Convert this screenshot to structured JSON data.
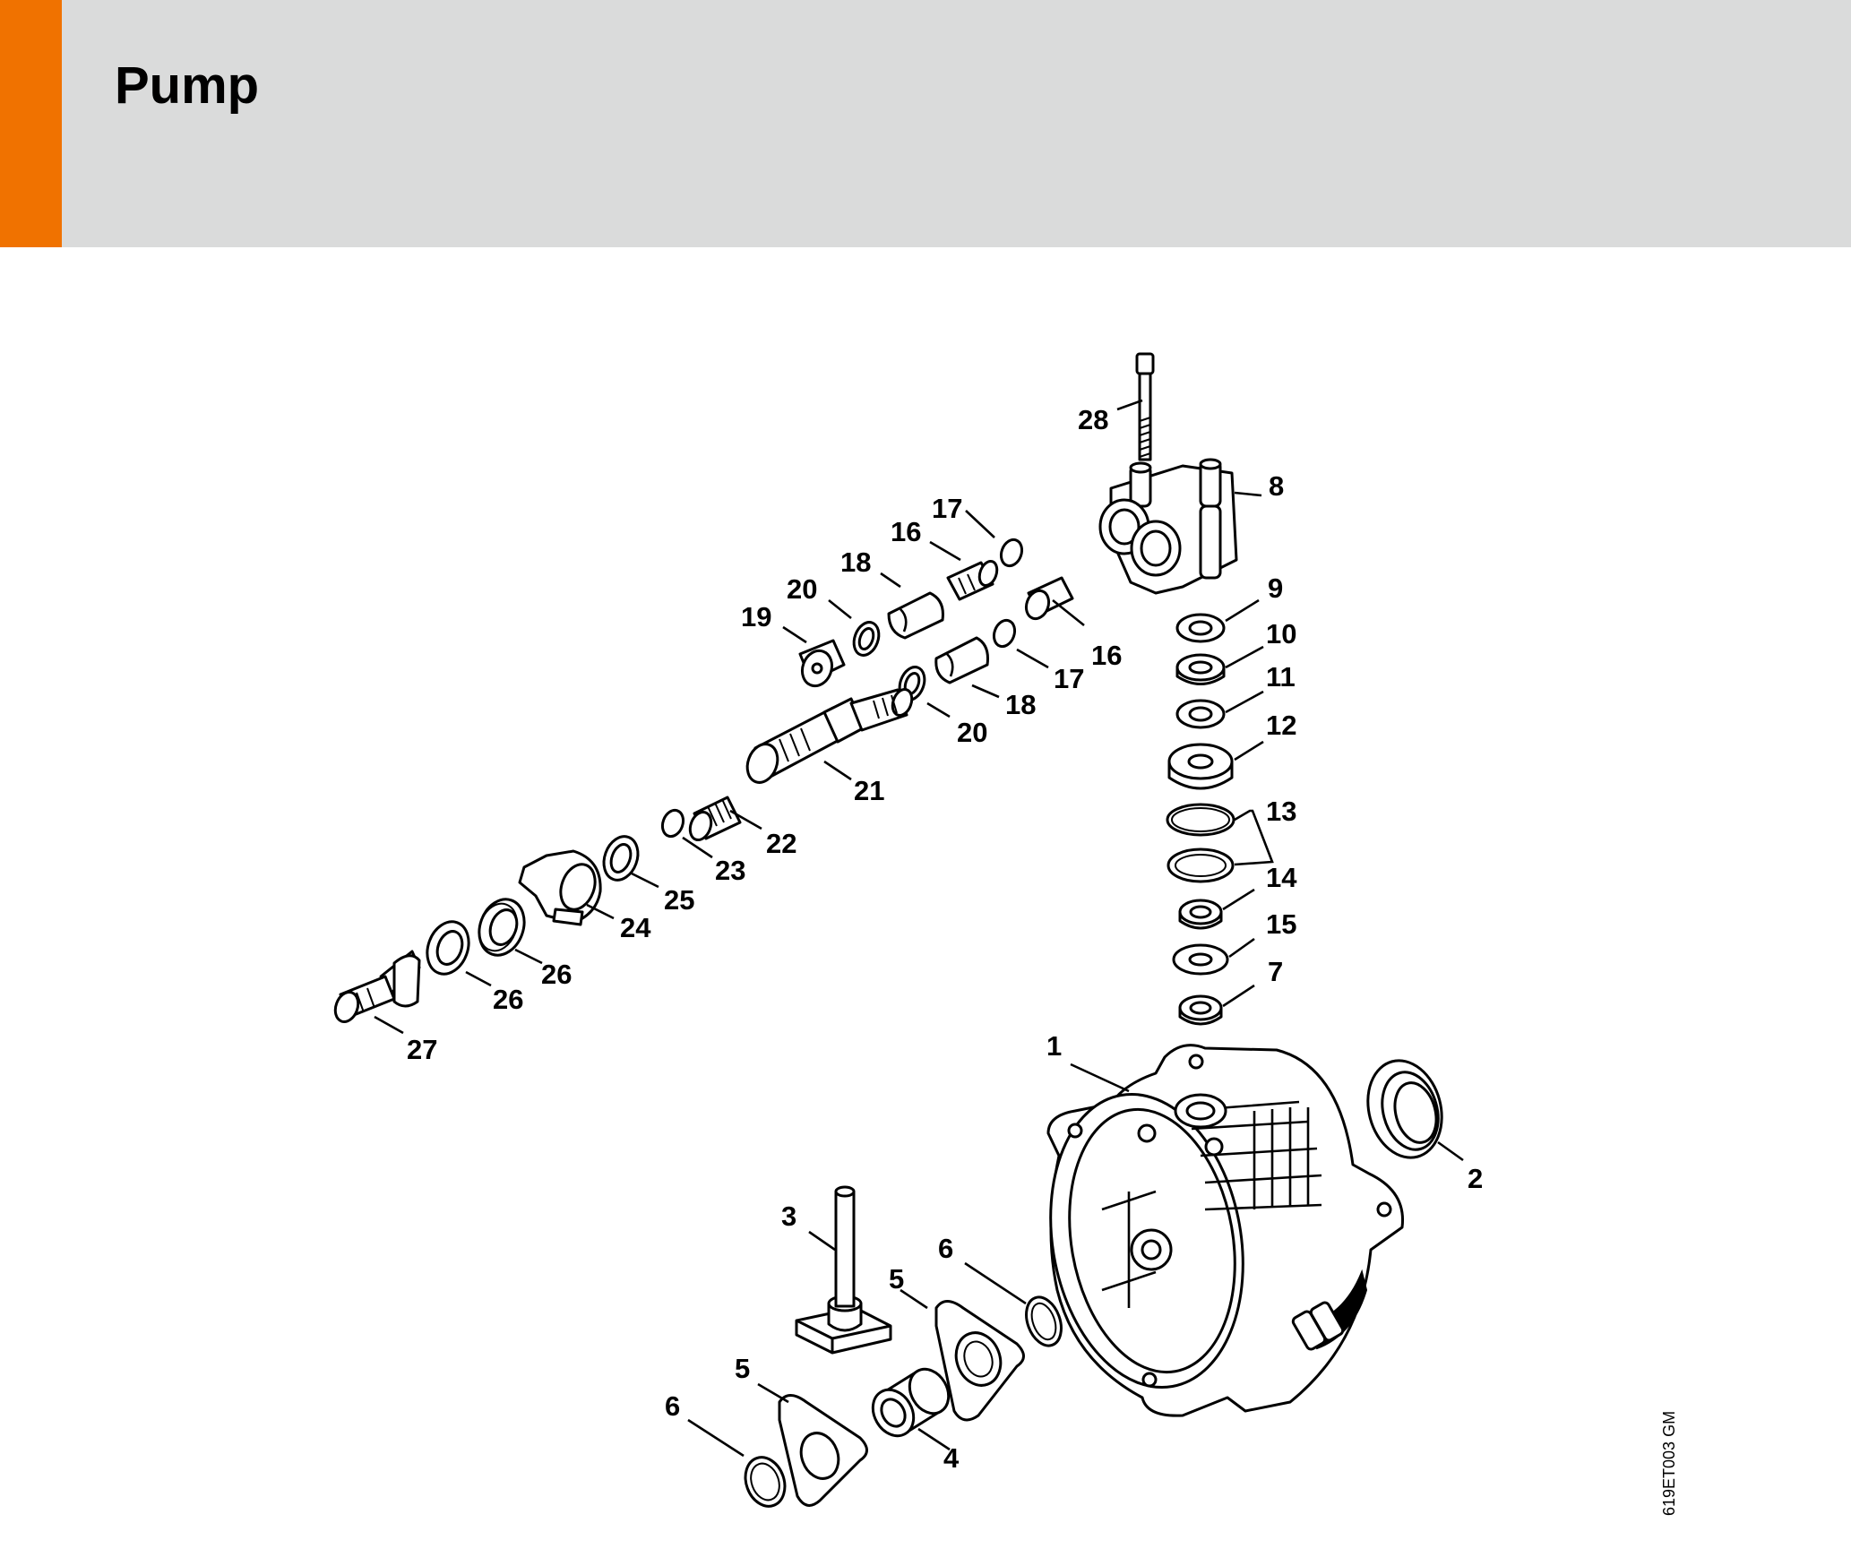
{
  "header": {
    "title": "Pump",
    "accent_color": "#f07200",
    "band_color": "#dadbdb"
  },
  "diagram": {
    "reference_code": "619ET003 GM",
    "callouts": [
      "28",
      "8",
      "17",
      "16",
      "18",
      "20",
      "19",
      "16",
      "17",
      "18",
      "20",
      "21",
      "22",
      "23",
      "24",
      "25",
      "26",
      "26",
      "27",
      "9",
      "10",
      "11",
      "12",
      "13",
      "14",
      "15",
      "7",
      "1",
      "2",
      "3",
      "6",
      "5",
      "5",
      "6",
      "4"
    ]
  }
}
